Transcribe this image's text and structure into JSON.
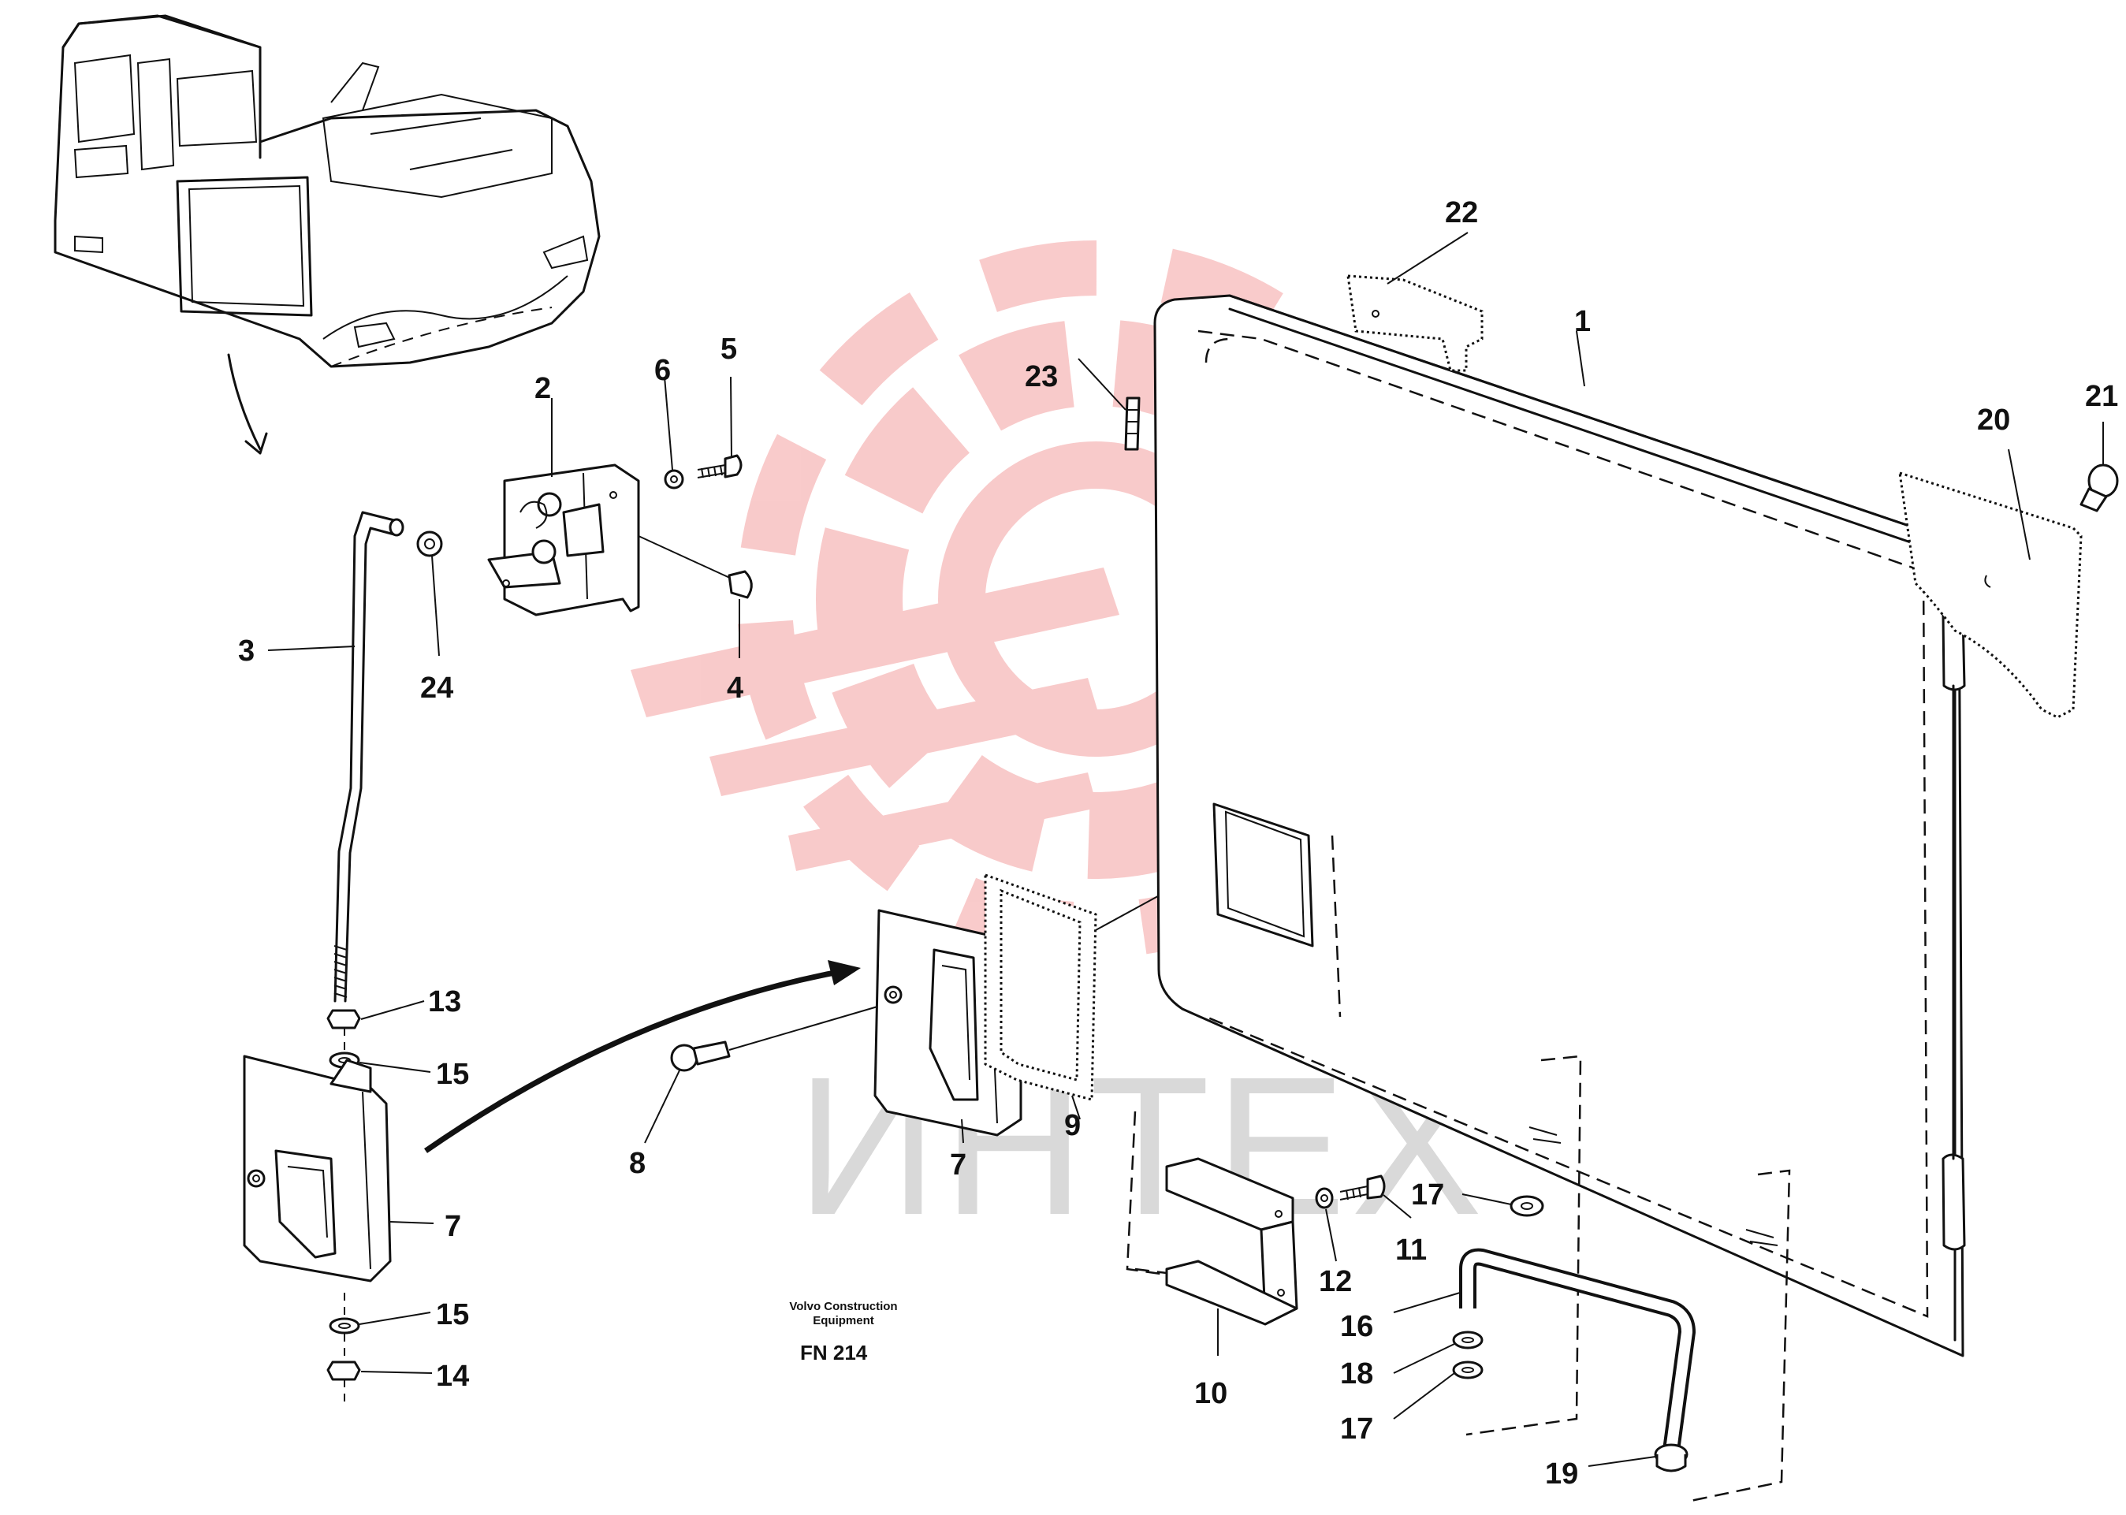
{
  "watermark": {
    "text": "ИНТЕХ",
    "gear_color": "#f6b8b8",
    "text_color": "#d9d9d9"
  },
  "credit": {
    "line1": "Volvo Construction",
    "line2": "Equipment"
  },
  "figure_code": "FN 214",
  "callouts": {
    "c1": "1",
    "c2": "2",
    "c3": "3",
    "c4": "4",
    "c5": "5",
    "c6": "6",
    "c7a": "7",
    "c7b": "7",
    "c8": "8",
    "c9": "9",
    "c10": "10",
    "c11": "11",
    "c12": "12",
    "c13": "13",
    "c14": "14",
    "c15a": "15",
    "c15b": "15",
    "c16": "16",
    "c17a": "17",
    "c17b": "17",
    "c18": "18",
    "c19": "19",
    "c20": "20",
    "c21": "21",
    "c22": "22",
    "c23": "23",
    "c24": "24"
  }
}
